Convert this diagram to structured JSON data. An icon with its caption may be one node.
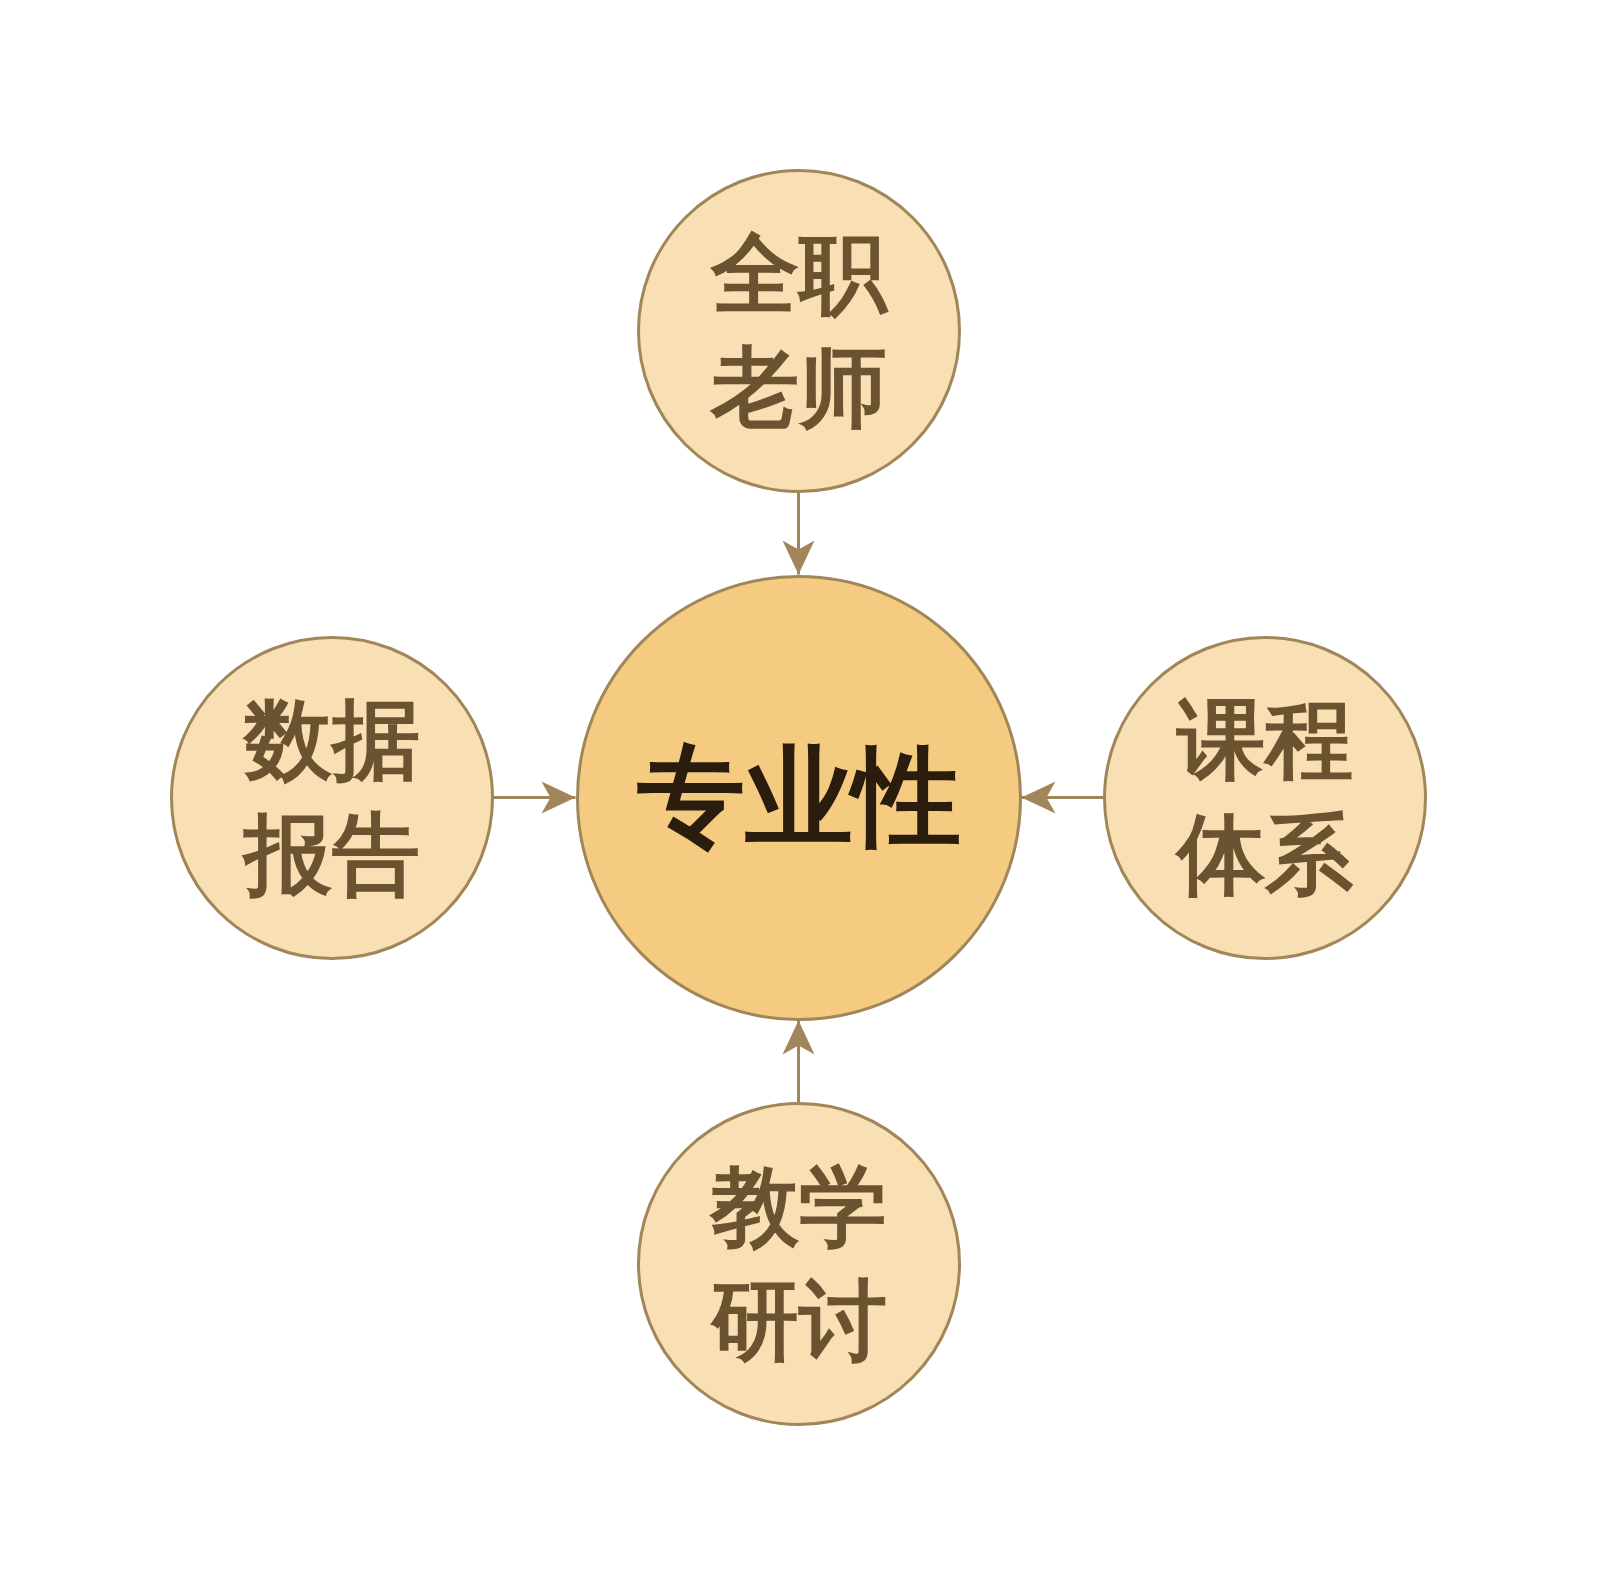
{
  "diagram": {
    "nodes": [
      {
        "text": [
          "全职老师"
        ]
      },
      {
        "text": [
          "数据报告"
        ]
      },
      {
        "text": [
          "专业性"
        ]
      },
      {
        "text": [
          "课程体系"
        ]
      },
      {
        "text": [
          "教学研讨"
        ]
      }
    ],
    "edges": [
      {
        "from": 0,
        "to": 2,
        "arrow": "to"
      },
      {
        "from": 1,
        "to": 2,
        "arrow": "to"
      },
      {
        "from": 3,
        "to": 2,
        "arrow": "to"
      },
      {
        "from": 4,
        "to": 2,
        "arrow": "to"
      }
    ]
  }
}
